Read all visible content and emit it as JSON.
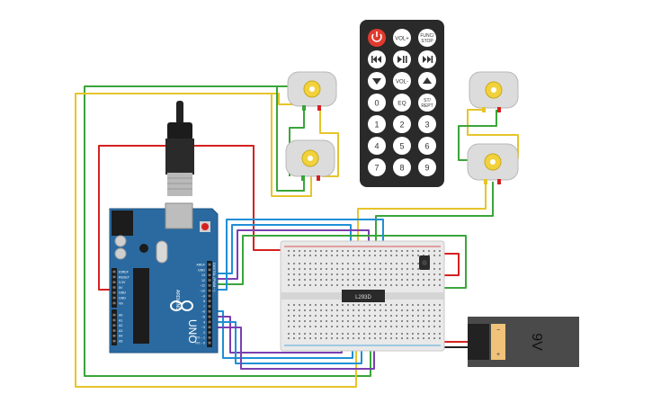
{
  "colors": {
    "background": "#ffffff",
    "arduino": "#2a6aa0",
    "arduino_dark": "#1f5583",
    "remote": "#2a2a2a",
    "remote_red": "#e23a2e",
    "breadboard": "#e9e9e9",
    "battery_body": "#4a4a4a",
    "battery_label": "#f1c27a",
    "motor_body": "#dcdcdc",
    "motor_gear": "#f2d23c",
    "wire_red": "#d62020",
    "wire_green": "#3aa53a",
    "wire_yellow": "#e6c42a",
    "wire_blue": "#1f8fd6",
    "wire_purple": "#7a3fb0",
    "wire_black": "#222222"
  },
  "remote": {
    "power_icon": "power-icon",
    "row1": [
      "VOL+",
      "FUNC/\nSTOP"
    ],
    "row2_icons": [
      "rewind-icon",
      "play-pause-icon",
      "fast-forward-icon"
    ],
    "row3": [
      "VOL-"
    ],
    "row3_icons": [
      "down-triangle-icon",
      "up-triangle-icon"
    ],
    "row4": [
      "0",
      "EQ",
      "ST/\nREPT"
    ],
    "digits": [
      "1",
      "2",
      "3",
      "4",
      "5",
      "6",
      "7",
      "8",
      "9"
    ]
  },
  "arduino": {
    "uno_label": "UNO",
    "brand_label": "ARDUINO",
    "digital_label": "DIGITAL (PWM ~)",
    "analog_label": "ANALOG IN",
    "power_pins": [
      "IOREF",
      "RESET",
      "3.3V",
      "5V",
      "GND",
      "GND",
      "Vin"
    ],
    "analog_pins": [
      "A0",
      "A1",
      "A2",
      "A3",
      "A4",
      "A5"
    ],
    "digital_pins": [
      "AREF",
      "GND",
      "13",
      "12",
      "~11",
      "~10",
      "~9",
      "8",
      "7",
      "~6",
      "~5",
      "4",
      "~3",
      "2",
      "TX→1",
      "RX←0"
    ]
  },
  "chip": {
    "label": "L293D"
  },
  "battery": {
    "label": "9V"
  }
}
